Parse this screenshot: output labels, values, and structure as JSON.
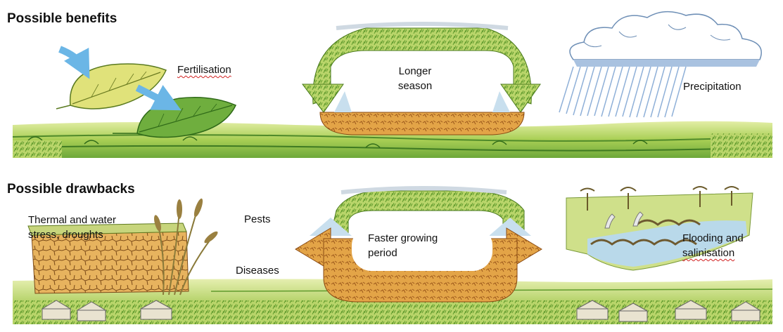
{
  "sections": {
    "benefits": {
      "heading": "Possible benefits",
      "labels": {
        "fertilisation": "Fertilisation",
        "longer_season_1": "Longer",
        "longer_season_2": "season",
        "precipitation": "Precipitation"
      }
    },
    "drawbacks": {
      "heading": "Possible drawbacks",
      "labels": {
        "thermal_1": "Thermal and water",
        "thermal_2": "stress, droughts",
        "pests": "Pests",
        "diseases": "Diseases",
        "faster_1": "Faster growing",
        "faster_2": "period",
        "flooding_1": "Flooding and",
        "flooding_2": "salinisation"
      }
    }
  },
  "colors": {
    "grass_light": "#cfe08a",
    "grass_mid": "#9cc450",
    "grass_dark": "#4f8a2a",
    "soil": "#e0a046",
    "soil_dark": "#b06a1e",
    "arrow_blue": "#6bb6e6",
    "cloud_blue": "#8fb2d8",
    "rain": "#9bb8dc",
    "water_blue": "#b9d9ea"
  },
  "icons": [
    "leaf-icon",
    "arrow-icon",
    "cloud-icon",
    "rain-icon",
    "wheat-icon",
    "house-icon",
    "tree-icon",
    "heron-icon"
  ]
}
